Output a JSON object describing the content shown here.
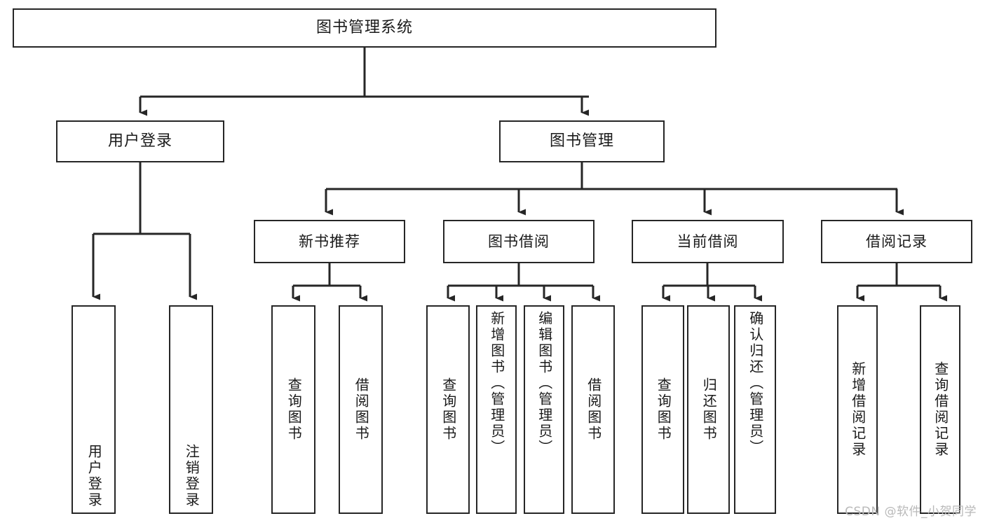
{
  "diagram": {
    "title": "图书管理系统",
    "watermark": "CSDN @软件_小贺同学",
    "colors": {
      "stroke": "#262626",
      "box_fill": "#ffffff",
      "text": "#1a1a1a",
      "background": "#ffffff",
      "watermark": "#b9b9b9"
    },
    "nodes": {
      "root": {
        "label": "图书管理系统"
      },
      "level1": [
        {
          "id": "user-login",
          "label": "用户登录"
        },
        {
          "id": "book-management",
          "label": "图书管理"
        }
      ],
      "level2": [
        {
          "id": "new-book-recommend",
          "label": "新书推荐"
        },
        {
          "id": "book-borrow",
          "label": "图书借阅"
        },
        {
          "id": "current-borrow",
          "label": "当前借阅"
        },
        {
          "id": "borrow-record",
          "label": "借阅记录"
        }
      ],
      "leaves": {
        "user-login": [
          {
            "id": "leaf-user-login",
            "label": "用户登录"
          },
          {
            "id": "leaf-logout-login",
            "label": "注销登录"
          }
        ],
        "new-book-recommend": [
          {
            "id": "leaf-query-book-1",
            "label": "查询图书"
          },
          {
            "id": "leaf-borrow-book-1",
            "label": "借阅图书"
          }
        ],
        "book-borrow": [
          {
            "id": "leaf-query-book-2",
            "label": "查询图书"
          },
          {
            "id": "leaf-add-book-admin",
            "label": "新增图书（管理员）"
          },
          {
            "id": "leaf-edit-book-admin",
            "label": "编辑图书（管理员）"
          },
          {
            "id": "leaf-borrow-book-2",
            "label": "借阅图书"
          }
        ],
        "current-borrow": [
          {
            "id": "leaf-query-book-3",
            "label": "查询图书"
          },
          {
            "id": "leaf-return-book",
            "label": "归还图书"
          },
          {
            "id": "leaf-confirm-return-admin",
            "label": "确认归还（管理员）"
          }
        ],
        "borrow-record": [
          {
            "id": "leaf-add-borrow-record",
            "label": "新增借阅记录"
          },
          {
            "id": "leaf-query-borrow-record",
            "label": "查询借阅记录"
          }
        ]
      }
    }
  }
}
